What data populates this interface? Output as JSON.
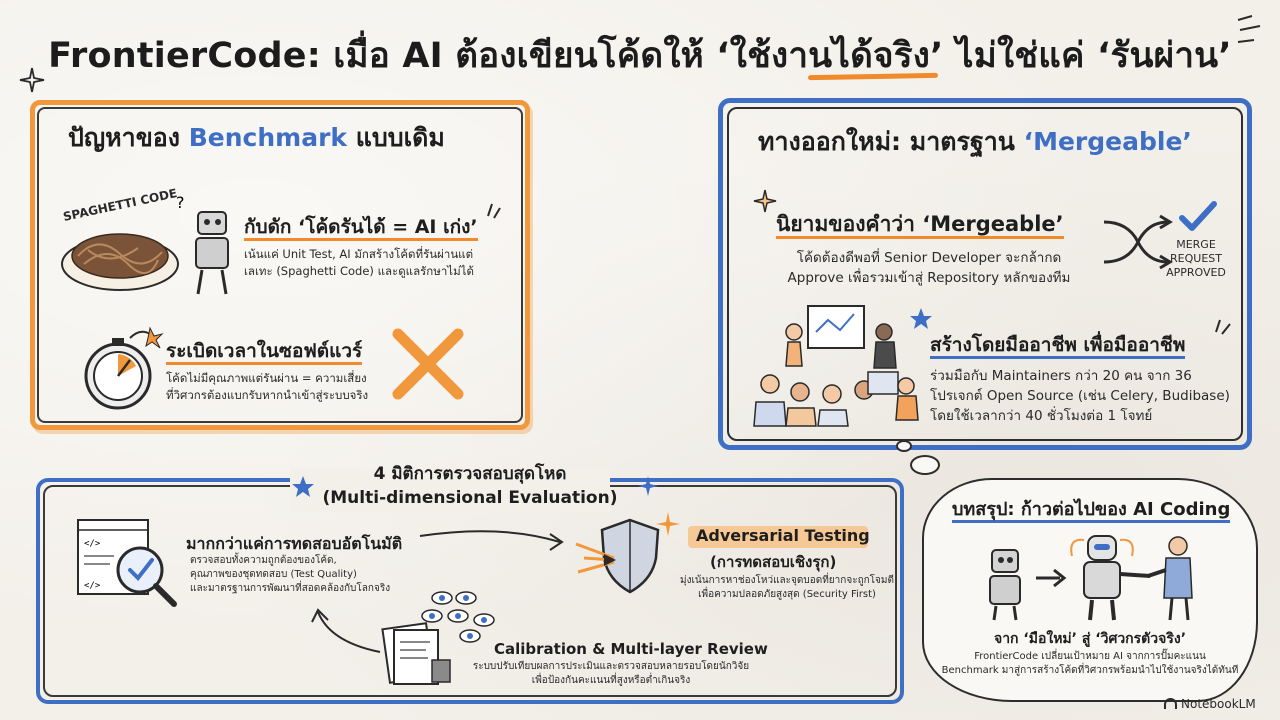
{
  "title": {
    "prefix": "FrontierCode: เมื่อ AI ต้องเขียนโค้ดให้",
    "highlight": "‘ใช้งานได้จริง’",
    "suffix": "ไม่ใช่แค่ ‘รันผ่าน’"
  },
  "problems": {
    "heading_prefix": "ปัญหาของ",
    "heading_highlight": "Benchmark",
    "heading_suffix": "แบบเดิม",
    "spaghetti_label": "SPAGHETTI CODE",
    "item1": {
      "title": "กับดัก ‘โค้ดรันได้ = AI เก่ง’",
      "line1": "เน้นแค่ Unit Test, AI มักสร้างโค้ดที่รันผ่านแต่",
      "line2": "เลเทะ (Spaghetti Code) และดูแลรักษาไม่ได้"
    },
    "item2": {
      "title": "ระเบิดเวลาในซอฟต์แวร์",
      "line1": "โค้ดไม่มีคุณภาพแต่รันผ่าน = ความเสี่ยง",
      "line2": "ที่วิศวกรต้องแบกรับหากนำเข้าสู่ระบบจริง"
    }
  },
  "solution": {
    "heading_prefix": "ทางออกใหม่: มาตรฐาน",
    "heading_highlight": "‘Mergeable’",
    "item1": {
      "title": "นิยามของคำว่า ‘Mergeable’",
      "line1": "โค้ดต้องดีพอที่ Senior Developer จะกล้ากด",
      "line2": "Approve เพื่อรวมเข้าสู่ Repository หลักของทีม"
    },
    "merge_badge": [
      "MERGE",
      "REQUEST",
      "APPROVED"
    ],
    "item2": {
      "title": "สร้างโดยมืออาชีพ เพื่อมืออาชีพ",
      "line1": "ร่วมมือกับ Maintainers กว่า 20 คน จาก 36",
      "line2": "โปรเจกต์ Open Source (เช่น Celery, Budibase)",
      "line3": "โดยใช้เวลากว่า 40 ชั่วโมงต่อ 1 โจทย์"
    }
  },
  "evaluation": {
    "heading_line1": "4 มิติการตรวจสอบสุดโหด",
    "heading_line2": "(Multi-dimensional Evaluation)",
    "item1": {
      "title": "มากกว่าแค่การทดสอบอัตโนมัติ",
      "line1": "ตรวจสอบทั้งความถูกต้องของโค้ด,",
      "line2": "คุณภาพของชุดทดสอบ (Test Quality)",
      "line3": "และมาตรฐานการพัฒนาที่สอดคล้องกับโลกจริง"
    },
    "item2": {
      "title": "Adversarial Testing",
      "subtitle": "(การทดสอบเชิงรุก)",
      "line1": "มุ่งเน้นการหาช่องโหว่และจุดบอดที่ยากจะถูกโจมตี",
      "line2": "เพื่อความปลอดภัยสูงสุด (Security First)"
    },
    "item3": {
      "title": "Calibration & Multi-layer Review",
      "line1": "ระบบปรับเทียบผลการประเมินและตรวจสอบหลายรอบโดยนักวิจัย",
      "line2": "เพื่อป้องกันคะแนนที่สูงหรือต่ำเกินจริง"
    }
  },
  "conclusion": {
    "heading": "บทสรุป: ก้าวต่อไปของ AI Coding",
    "tagline": "จาก ‘มือใหม่’ สู่ ‘วิศวกรตัวจริง’",
    "line1": "FrontierCode เปลี่ยนเป้าหมาย AI จากการปั๊มคะแนน",
    "line2": "Benchmark มาสู่การสร้างโค้ดที่วิศวกรพร้อมนำไปใช้งานจริงได้ทันที"
  },
  "footer": {
    "brand": "NotebookLM"
  },
  "colors": {
    "orange": "#f2983c",
    "blue": "#3f6fc4",
    "background": "#f3f0ea"
  }
}
